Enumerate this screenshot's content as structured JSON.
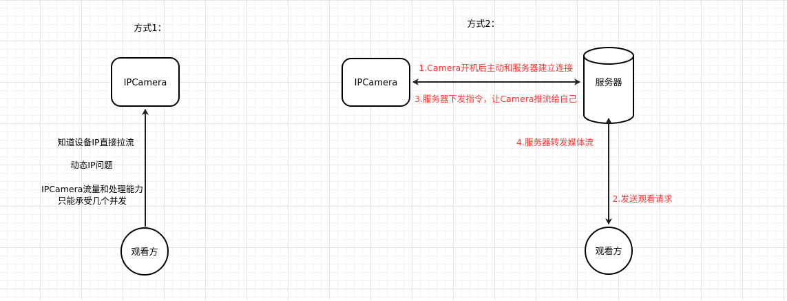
{
  "colors": {
    "background": "#ffffff",
    "grid_major": "#e4e4e4",
    "grid_minor": "#f3f3f3",
    "shape_stroke": "#000000",
    "edge_stroke": "#1f1f1f",
    "edge_label_red": "#ff3333"
  },
  "method1": {
    "title": "方式1：",
    "camera_label": "IPCamera",
    "viewer_label": "观看方",
    "notes": {
      "line1": "知道设备IP直接拉流",
      "line2": "动态IP问题",
      "line3a": "IPCamera流量和处理能力",
      "line3b": "只能承受几个并发"
    }
  },
  "method2": {
    "title": "方式2：",
    "camera_label": "IPCamera",
    "server_label": "服务器",
    "viewer_label": "观看方",
    "edge_labels": {
      "step1": "1.Camera开机后主动和服务器建立连接",
      "step2": "2.发送观看请求",
      "step3": "3.服务器下发指令，让Camera推流给自己",
      "step4": "4.服务器转发媒体流"
    }
  }
}
